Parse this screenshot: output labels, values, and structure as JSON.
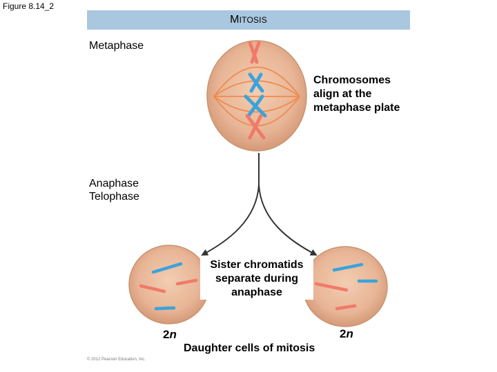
{
  "figure_label": "Figure 8.14_2",
  "banner": {
    "first": "M",
    "rest": "ITOSIS"
  },
  "phases": {
    "metaphase": "Metaphase",
    "anaphase": "Anaphase",
    "telophase": "Telophase"
  },
  "annotations": {
    "metaphase_plate": [
      "Chromosomes",
      "align at the",
      "metaphase plate"
    ],
    "sister_chromatids": [
      "Sister chromatids",
      "separate during",
      "anaphase"
    ]
  },
  "ploidy": {
    "left": {
      "num": "2",
      "var": "n"
    },
    "right": {
      "num": "2",
      "var": "n"
    }
  },
  "caption": "Daughter cells of mitosis",
  "copyright": "© 2012 Pearson Education, Inc.",
  "colors": {
    "banner": "#a9c7df",
    "cell": "#e8b596",
    "spindle": "#ef8b4f",
    "chromosome_red": "#f07a6a",
    "chromosome_blue": "#3aa3dc"
  }
}
